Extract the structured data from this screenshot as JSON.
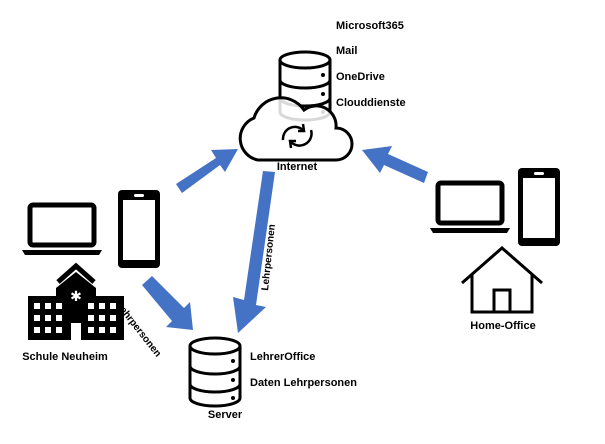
{
  "cloud": {
    "services": [
      "Microsoft365",
      "Mail",
      "OneDrive",
      "Clouddienste"
    ],
    "label": "Internet"
  },
  "school": {
    "label": "Schule Neuheim"
  },
  "server": {
    "label": "Server",
    "items": [
      "LehrerOffice",
      "Daten Lehrpersonen"
    ]
  },
  "home": {
    "label": "Home-Office"
  },
  "arrows": {
    "school_to_server_label": "Lehrpersonen",
    "internet_to_server_label": "Lehrpersonen",
    "color": "#4472C4"
  }
}
